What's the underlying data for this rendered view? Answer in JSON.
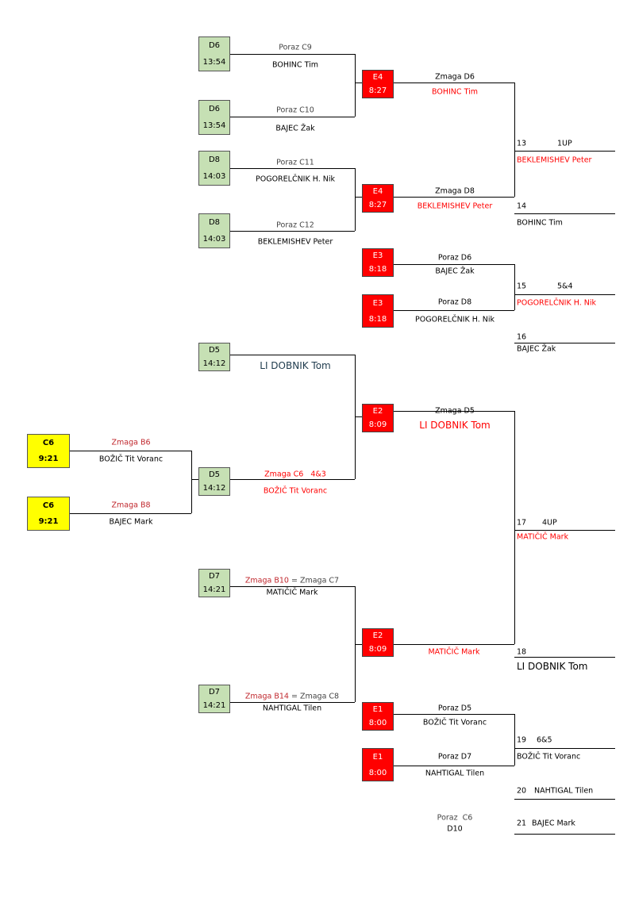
{
  "boxes": {
    "d6a": {
      "code": "D6",
      "time": "13:54"
    },
    "d6b": {
      "code": "D6",
      "time": "13:54"
    },
    "d8a": {
      "code": "D8",
      "time": "14:03"
    },
    "d8b": {
      "code": "D8",
      "time": "14:03"
    },
    "e4a": {
      "code": "E4",
      "time": "8:27"
    },
    "e4b": {
      "code": "E4",
      "time": "8:27"
    },
    "e3a": {
      "code": "E3",
      "time": "8:18"
    },
    "e3b": {
      "code": "E3",
      "time": "8:18"
    },
    "d5a": {
      "code": "D5",
      "time": "14:12"
    },
    "d5b": {
      "code": "D5",
      "time": "14:12"
    },
    "e2a": {
      "code": "E2",
      "time": "8:09"
    },
    "e2b": {
      "code": "E2",
      "time": "8:09"
    },
    "c6a": {
      "code": "C6",
      "time": "9:21"
    },
    "c6b": {
      "code": "C6",
      "time": "9:21"
    },
    "d7a": {
      "code": "D7",
      "time": "14:21"
    },
    "d7b": {
      "code": "D7",
      "time": "14:21"
    },
    "e1a": {
      "code": "E1",
      "time": "8:00"
    },
    "e1b": {
      "code": "E1",
      "time": "8:00"
    }
  },
  "labels": {
    "d6a_src": "Poraz C9",
    "d6a_name": "BOHINC Tim",
    "d6b_src": "Poraz C10",
    "d6b_name": "BAJEC Žak",
    "d8a_src": "Poraz C11",
    "d8a_name": "POGORELČNIK H. Nik",
    "d8b_src": "Poraz C12",
    "d8b_name": "BEKLEMISHEV Peter",
    "e4a_src": "Zmaga D6",
    "e4a_name": "BOHINC Tim",
    "e4b_src": "Zmaga D8",
    "e4b_name": "BEKLEMISHEV Peter",
    "e3a_src": "Poraz D6",
    "e3a_name": "BAJEC Žak",
    "e3b_src": "Poraz D8",
    "e3b_name": "POGORELČNIK H. Nik",
    "d5a_name": "LI DOBNIK Tom",
    "e2a_src": "Zmaga D5",
    "e2a_name": "LI DOBNIK Tom",
    "c6a_src": "Zmaga B6",
    "c6a_name": "BOŽIČ Tit Voranc",
    "c6b_src": "Zmaga B8",
    "c6b_name": "BAJEC Mark",
    "d5b_src": "Zmaga C6   4&3",
    "d5b_name": "BOŽIČ Tit Voranc",
    "d7a_src_red": "Zmaga B10",
    "d7a_src_rest": " = Zmaga C7",
    "d7a_name": "MATIČIČ Mark",
    "d7b_src_red": "Zmaga B14",
    "d7b_src_rest": " = Zmaga C8",
    "d7b_name": "NAHTIGAL Tilen",
    "e2b_name": "MATIČIČ Mark",
    "e1a_src": "Poraz D5",
    "e1a_name": "BOŽIČ Tit Voranc",
    "e1b_src": "Poraz D7",
    "e1b_name": "NAHTIGAL Tilen",
    "d10_src": "Poraz  C6",
    "d10_code": "D10"
  },
  "places": {
    "p13": {
      "num": "13",
      "score": "1UP",
      "name": "BEKLEMISHEV Peter"
    },
    "p14": {
      "num": "14",
      "name": "BOHINC Tim"
    },
    "p15": {
      "num": "15",
      "score": "5&4",
      "name": "POGORELČNIK H. Nik"
    },
    "p16": {
      "num": "16",
      "name": "BAJEC Žak"
    },
    "p17": {
      "num": "17",
      "score": "4UP",
      "name": "MATIČIČ Mark"
    },
    "p18": {
      "num": "18",
      "name": "LI DOBNIK Tom"
    },
    "p19": {
      "num": "19",
      "score": "6&5",
      "name": "BOŽIČ Tit Voranc"
    },
    "p20": {
      "num": "20",
      "name": "NAHTIGAL Tilen"
    },
    "p21": {
      "num": "21",
      "name": "BAJEC Mark"
    }
  },
  "colors": {
    "green": "#c6e0b4",
    "red": "#ff0000",
    "yellow": "#ffff00"
  }
}
